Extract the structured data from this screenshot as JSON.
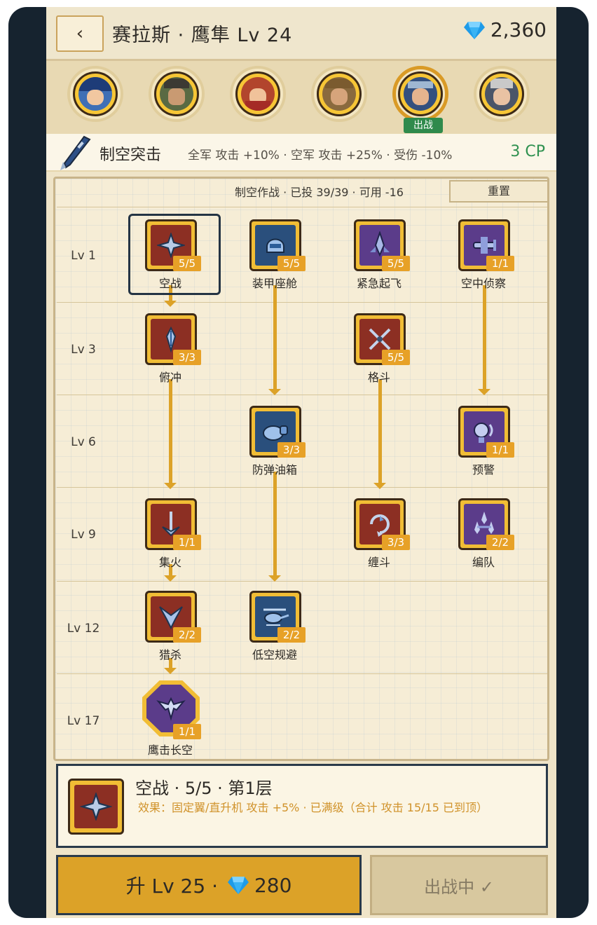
{
  "header": {
    "back_icon": "‹",
    "title": "赛拉斯 · 鹰隼 Lv 24",
    "gems": "2,360",
    "gem_icon": "diamond-icon"
  },
  "heroes": {
    "active_index": 4,
    "active_tag": "出战",
    "count": 6
  },
  "tree": {
    "name": "制空突击",
    "effect": "全军 攻击 +10% · 空军 攻击 +25% · 受伤 -10%",
    "cp": "3 CP",
    "ops_text": "制空作战 · 已投 39/39 · 可用 -16",
    "reset": "重置",
    "levels": [
      "Lv 1",
      "Lv 3",
      "Lv 6",
      "Lv 9",
      "Lv 12",
      "Lv 17"
    ]
  },
  "skills": [
    {
      "name": "空战",
      "count": "5/5",
      "color": "red",
      "icon": "fighter-jet-icon"
    },
    {
      "name": "装甲座舱",
      "count": "5/5",
      "color": "blue",
      "icon": "helmet-icon"
    },
    {
      "name": "紧急起飞",
      "count": "5/5",
      "color": "purple",
      "icon": "rocket-icon"
    },
    {
      "name": "空中侦察",
      "count": "1/1",
      "color": "purple",
      "icon": "recon-plane-icon"
    },
    {
      "name": "俯冲",
      "count": "3/3",
      "color": "red",
      "icon": "dive-icon"
    },
    {
      "name": "格斗",
      "count": "5/5",
      "color": "red",
      "icon": "crossed-swords-icon"
    },
    {
      "name": "防弹油箱",
      "count": "3/3",
      "color": "blue",
      "icon": "fuel-tank-icon"
    },
    {
      "name": "预警",
      "count": "1/1",
      "color": "purple",
      "icon": "radar-icon"
    },
    {
      "name": "集火",
      "count": "1/1",
      "color": "red",
      "icon": "target-icon"
    },
    {
      "name": "缠斗",
      "count": "3/3",
      "color": "red",
      "icon": "dogfight-icon"
    },
    {
      "name": "编队",
      "count": "2/2",
      "color": "purple",
      "icon": "formation-icon"
    },
    {
      "name": "猎杀",
      "count": "2/2",
      "color": "red",
      "icon": "hunt-icon"
    },
    {
      "name": "低空规避",
      "count": "2/2",
      "color": "blue",
      "icon": "helicopter-icon"
    },
    {
      "name": "鹰击长空",
      "count": "1/1",
      "color": "purple",
      "icon": "eagle-icon"
    }
  ],
  "detail": {
    "title": "空战 · 5/5 · 第1层",
    "effect": "效果：固定翼/直升机 攻击 +5% · 已满级（合计 攻击 15/15 已到顶）"
  },
  "buttons": {
    "upgrade_label": "升 Lv 25 ·",
    "upgrade_cost": "280",
    "deploy_label": "出战中 ✓"
  },
  "colors": {
    "accent_gold": "#dca228",
    "cp_green": "#2f9150",
    "red_tile": "#8c2f23",
    "blue_tile": "#2a4f7c",
    "purple_tile": "#5b3c8a"
  }
}
